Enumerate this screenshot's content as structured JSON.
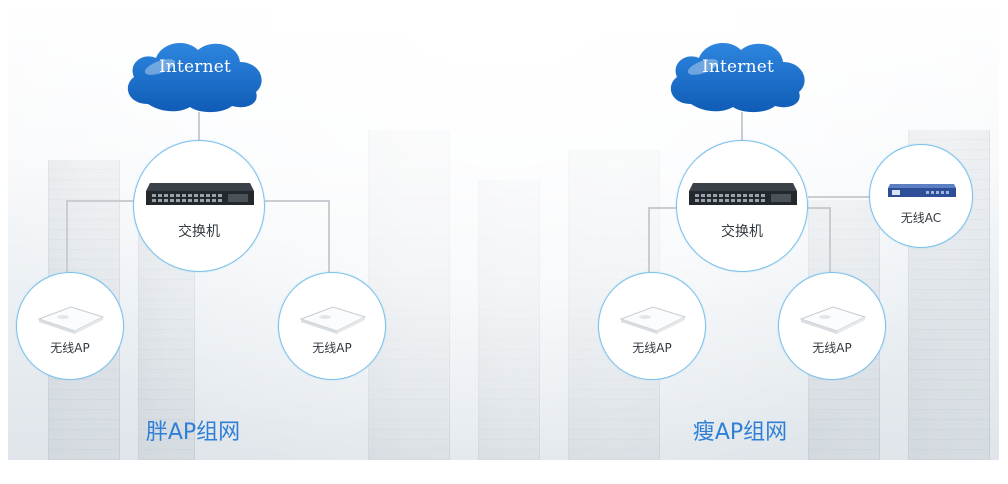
{
  "colors": {
    "cloud_blue": "#1f6fc9",
    "node_border": "#7cc0ea",
    "link_gray": "#c9cdd1",
    "caption_blue": "#2f7fd6"
  },
  "left_topology": {
    "cloud_label": "Internet",
    "switch_label": "交换机",
    "ap_left_label": "无线AP",
    "ap_right_label": "无线AP",
    "caption": "胖AP组网"
  },
  "right_topology": {
    "cloud_label": "Internet",
    "switch_label": "交换机",
    "ac_label": "无线AC",
    "ap_left_label": "无线AP",
    "ap_right_label": "无线AP",
    "caption": "瘦AP组网"
  }
}
